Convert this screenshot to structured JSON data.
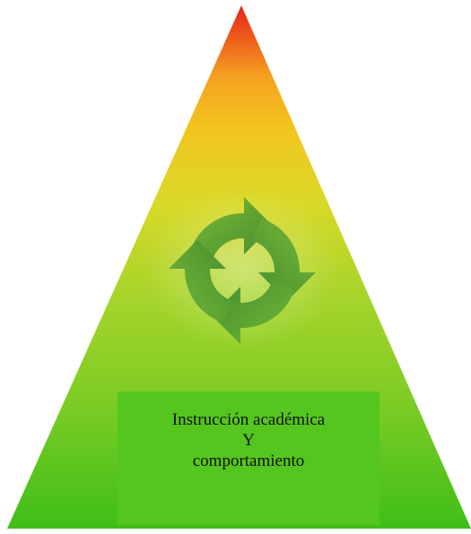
{
  "pyramid": {
    "colors": {
      "apex": "#e8231a",
      "upper": "#f4b21e",
      "middle": "#d6e02a",
      "base": "#4ec41d",
      "box": "#55c51f",
      "cycle_arrows": "#2f8a27"
    },
    "cycle_icon": "circular-arrows-icon",
    "base_box": {
      "line1": "Instrucción académica",
      "line2": "Y",
      "line3": "comportamiento"
    }
  }
}
